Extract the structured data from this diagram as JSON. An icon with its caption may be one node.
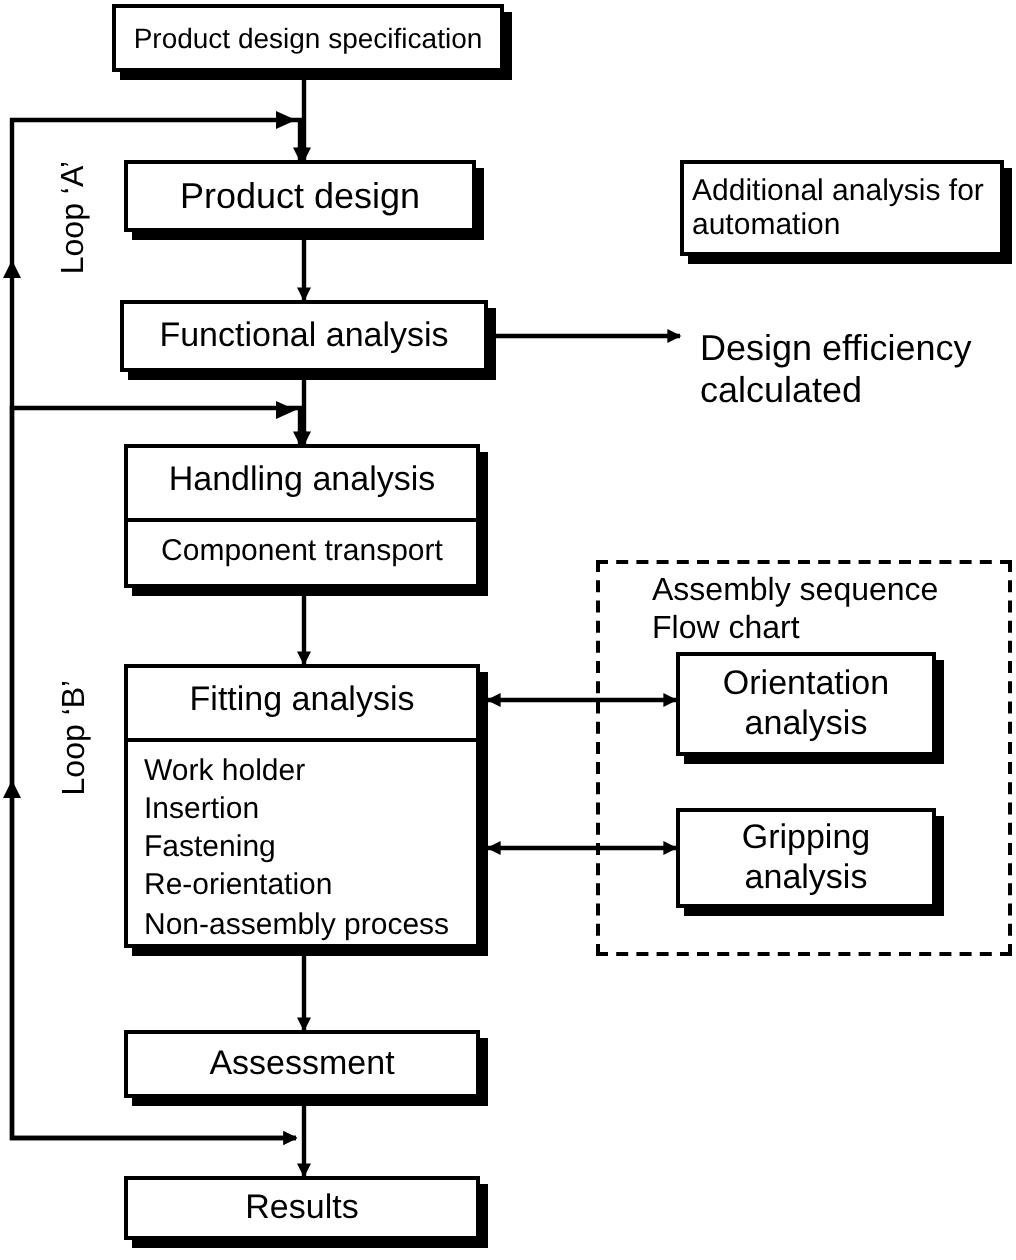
{
  "diagram": {
    "nodes": [
      {
        "text": [
          "Product design specification"
        ]
      },
      {
        "text": [
          "Product design"
        ]
      },
      {
        "text": [
          "Additional analysis for automation"
        ]
      },
      {
        "text": [
          "Functional analysis"
        ]
      },
      {
        "text": [
          "Design efficiency calculated"
        ]
      },
      {
        "text": [
          "Handling analysis",
          "Component transport"
        ]
      },
      {
        "text": [
          "Assembly sequence Flow chart"
        ]
      },
      {
        "text": [
          "Fitting analysis",
          "Work holder",
          "Insertion",
          "Fastening",
          "Re-orientation",
          "Non-assembly process"
        ]
      },
      {
        "text": [
          "Orientation analysis"
        ],
        "in": 6
      },
      {
        "text": [
          "Gripping analysis"
        ],
        "in": 6
      },
      {
        "text": [
          "Assessment"
        ]
      },
      {
        "text": [
          "Results"
        ]
      }
    ],
    "edges": [
      {
        "from": 0,
        "to": 1,
        "arrow": "to"
      },
      {
        "from": 1,
        "to": 3,
        "arrow": "to"
      },
      {
        "from": 3,
        "to": 4,
        "arrow": "to"
      },
      {
        "from": 3,
        "to": 5,
        "arrow": "to"
      },
      {
        "from": 5,
        "to": 7,
        "arrow": "to"
      },
      {
        "from": 7,
        "to": 8,
        "arrow": "both"
      },
      {
        "from": 7,
        "to": 9,
        "arrow": "both"
      },
      {
        "from": 7,
        "to": 10,
        "arrow": "to"
      },
      {
        "from": 10,
        "to": 11,
        "arrow": "to"
      },
      {
        "from": 10,
        "to": 1,
        "arrow": "both",
        "label": "Loop ‘A’"
      },
      {
        "from": 10,
        "to": 5,
        "arrow": "both",
        "label": "Loop ‘B’"
      }
    ]
  }
}
